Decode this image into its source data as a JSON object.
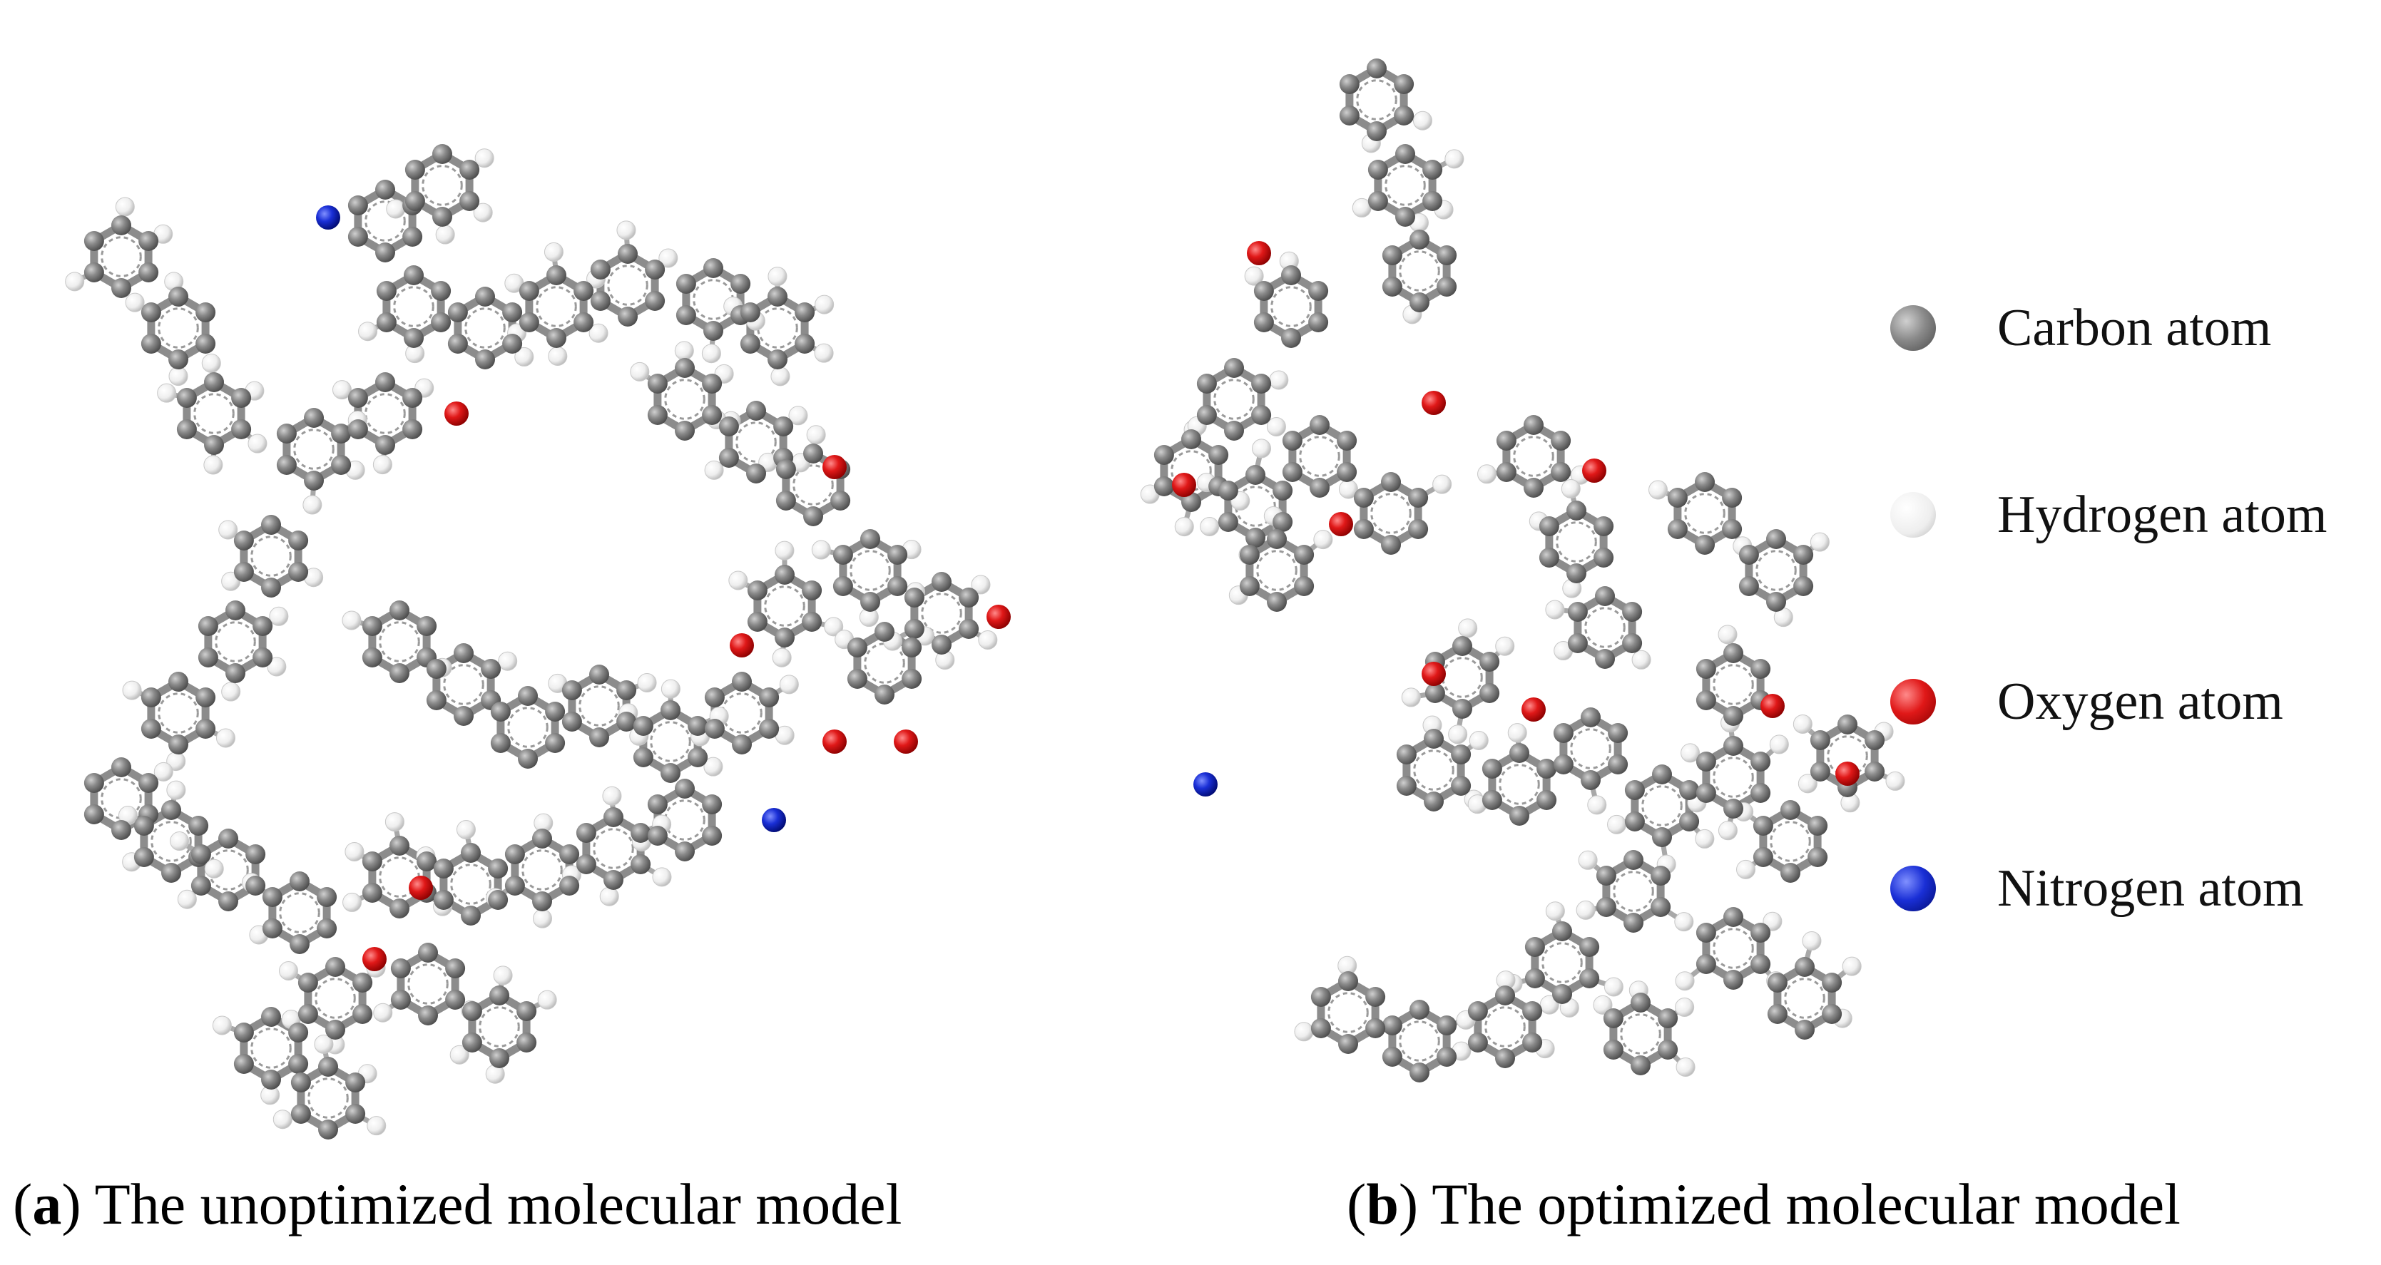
{
  "captions": {
    "a": {
      "letter": "a",
      "text": " The unoptimized molecular model"
    },
    "b": {
      "letter": "b",
      "text": " The optimized molecular model"
    }
  },
  "legend": [
    {
      "label": "Carbon atom",
      "color": "#7a7a7a",
      "icon": "carbon-sphere"
    },
    {
      "label": "Hydrogen atom",
      "color": "#f2f2f2",
      "icon": "hydrogen-sphere"
    },
    {
      "label": "Oxygen atom",
      "color": "#e01818",
      "icon": "oxygen-sphere"
    },
    {
      "label": "Nitrogen atom",
      "color": "#1a2fd6",
      "icon": "nitrogen-sphere"
    }
  ],
  "colors": {
    "carbon": "#7a7a7a",
    "bond": "#8c8c8c",
    "hydrogen": "#f0f0f0",
    "oxygen": "#e01818",
    "nitrogen": "#1a2fd6"
  }
}
